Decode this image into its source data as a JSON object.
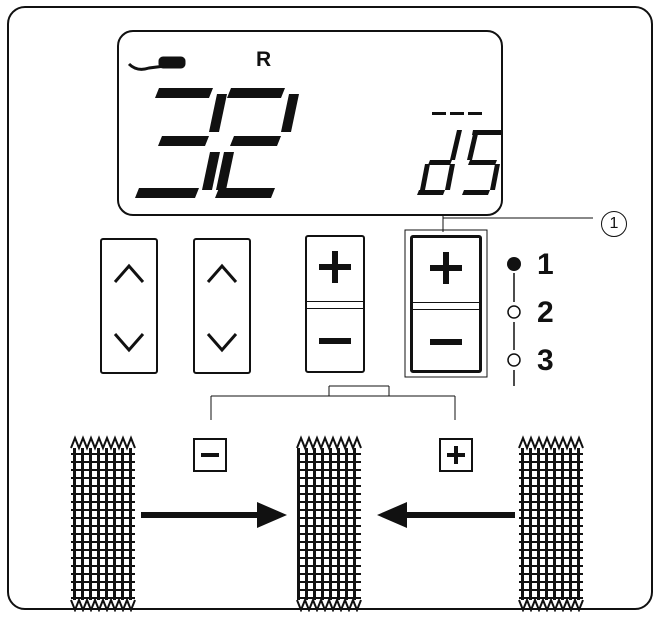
{
  "display": {
    "main_number": "32",
    "indicator_letter": "R",
    "mode_code": "dS"
  },
  "callout_number": "1",
  "mode_levels": [
    {
      "label": "1",
      "selected": true
    },
    {
      "label": "2",
      "selected": false
    },
    {
      "label": "3",
      "selected": false
    }
  ],
  "buttons": {
    "up_symbol": "^",
    "down_symbol": "v",
    "plus_symbol": "+",
    "minus_symbol": "−"
  },
  "illustration": {
    "decrease_label": "−",
    "increase_label": "+"
  }
}
